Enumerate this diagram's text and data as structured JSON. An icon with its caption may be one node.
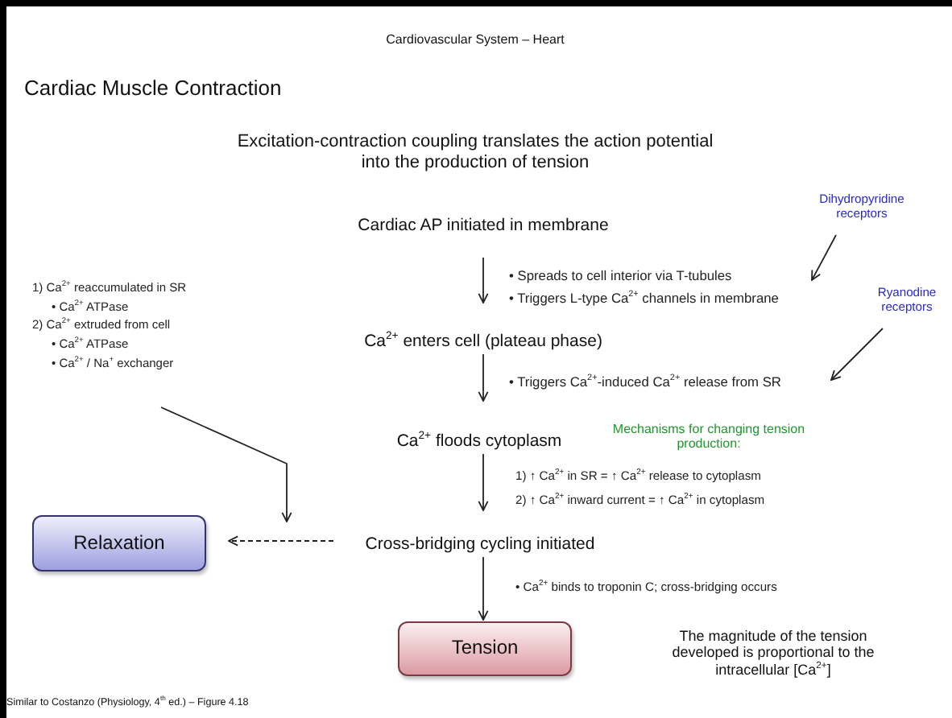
{
  "diagram": {
    "title": "Cardiac Muscle Contraction",
    "caption": "Similar to Costanzo (Physiology, 4$^{th}$ ed.) – Figure 4.18",
    "nodes": [
      {
        "text": [
          "Cardiac AP initiated in membrane"
        ]
      },
      {
        "text": [
          "Ca$^{2+}$ enters cell (plateau phase)"
        ]
      },
      {
        "text": [
          "Ca$^{2+}$ floods cytoplasm"
        ]
      },
      {
        "text": [
          "Cross-bridging cycling initiated"
        ]
      },
      {
        "text": [
          "Tension"
        ]
      },
      {
        "text": [
          "Relaxation"
        ]
      },
      {
        "text": [
          "1) Ca$^{2+}$ reaccumulated in SR",
          "• Ca$^{2+}$ ATPase",
          "2) Ca$^{2+}$ extruded from cell",
          "• Ca$^{2+}$ ATPase",
          "• Ca$^{2+}$ / Na$^{+}$ exchanger"
        ]
      },
      {
        "text": [
          "Dihydropyridine receptors"
        ]
      },
      {
        "text": [
          "• Spreads to cell interior via T-tubules",
          "• Triggers L-type Ca$^{2+}$ channels in membrane"
        ]
      },
      {
        "text": [
          "Ryanodine receptors"
        ]
      },
      {
        "text": [
          "• Triggers Ca$^{2+}$-induced Ca$^{2+}$ release from SR"
        ]
      }
    ],
    "edges": [
      {
        "from": 0,
        "to": 1,
        "arrow": "to"
      },
      {
        "from": 1,
        "to": 2,
        "arrow": "to"
      },
      {
        "from": 2,
        "to": 3,
        "arrow": "to"
      },
      {
        "from": 3,
        "to": 4,
        "arrow": "to"
      },
      {
        "from": 3,
        "to": 5,
        "arrow": "to",
        "style": "dashed"
      },
      {
        "from": 6,
        "to": null,
        "arrow": "to"
      },
      {
        "from": 7,
        "to": 8,
        "arrow": "to"
      },
      {
        "from": 9,
        "to": 10,
        "arrow": "to"
      }
    ],
    "labels": [
      "Cardiovascular System – Heart",
      "Excitation-contraction coupling translates the action potential into the production of tension",
      "Mechanisms for changing tension production:",
      "1) ↑ Ca$^{2+}$ in SR = ↑ Ca$^{2+}$ release to cytoplasm",
      "2) ↑ Ca$^{2+}$ inward current = ↑ Ca$^{2+}$ in cytoplasm",
      "• Ca$^{2+}$ binds to troponin C; cross-bridging occurs",
      "The magnitude of the tension developed is proportional to the intracellular [Ca$^{2+}$]"
    ]
  }
}
